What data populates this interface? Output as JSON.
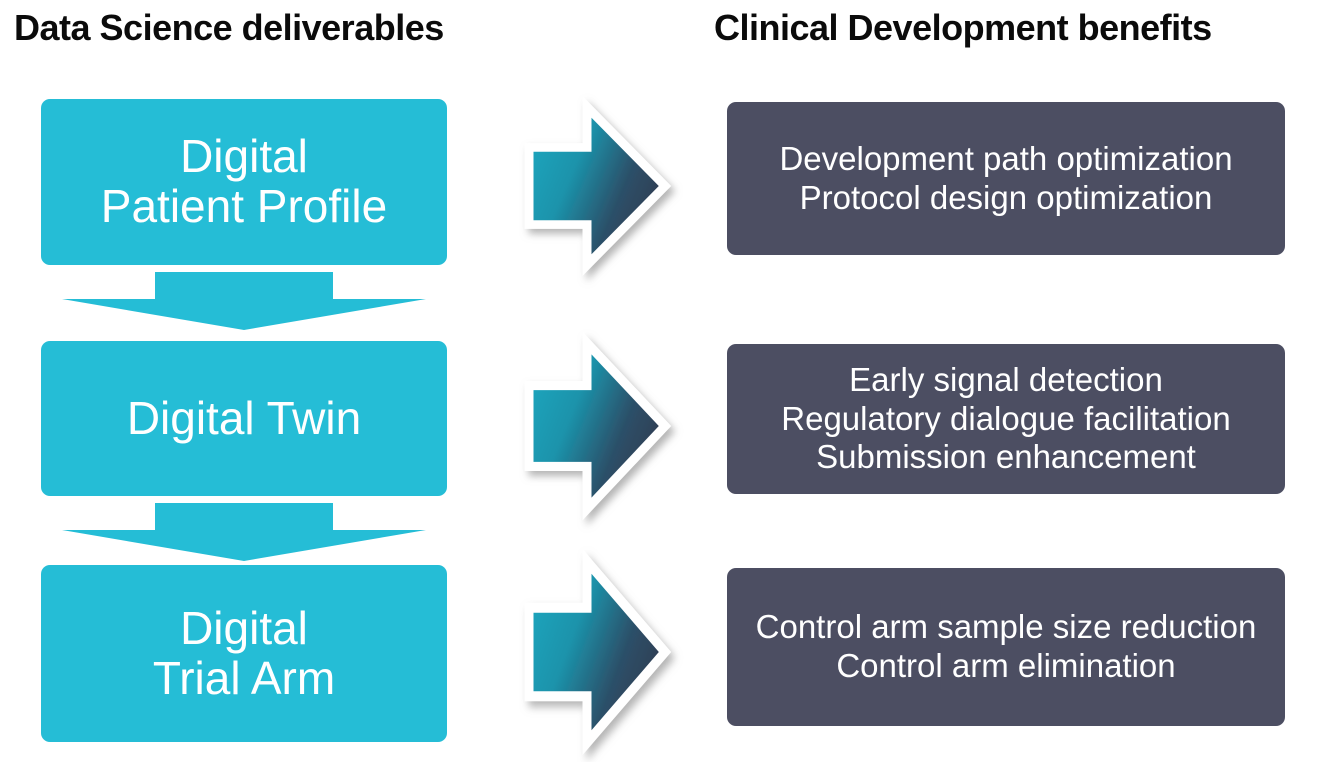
{
  "headings": {
    "left": "Data Science deliverables",
    "right": "Clinical Development benefits"
  },
  "colors": {
    "teal_box": "#25bdd6",
    "dark_box": "#4c4e62",
    "arrow_gradient_light": "#1b9cb4",
    "arrow_gradient_dark": "#2f3a4f",
    "heading_text": "#0b0b0b",
    "box_text": "#ffffff",
    "background": "#ffffff"
  },
  "deliverables": [
    {
      "id": "digital-patient-profile",
      "lines": [
        "Digital",
        "Patient Profile"
      ]
    },
    {
      "id": "digital-twin",
      "lines": [
        "Digital Twin"
      ]
    },
    {
      "id": "digital-trial-arm",
      "lines": [
        "Digital",
        "Trial Arm"
      ]
    }
  ],
  "benefits": [
    {
      "id": "development-path-optimization",
      "lines": [
        "Development path optimization",
        "Protocol design optimization"
      ]
    },
    {
      "id": "early-signal-detection",
      "lines": [
        "Early signal detection",
        "Regulatory dialogue facilitation",
        "Submission enhancement"
      ]
    },
    {
      "id": "control-arm-sample-size-reduction",
      "lines": [
        "Control arm sample size reduction",
        "Control arm elimination"
      ]
    }
  ],
  "flow_connectors": [
    {
      "id": "connector-profile-to-twin",
      "direction": "down"
    },
    {
      "id": "connector-twin-to-trial-arm",
      "direction": "down"
    }
  ],
  "benefit_arrows": [
    {
      "id": "arrow-to-benefit-1",
      "direction": "right"
    },
    {
      "id": "arrow-to-benefit-2",
      "direction": "right"
    },
    {
      "id": "arrow-to-benefit-3",
      "direction": "right"
    }
  ]
}
